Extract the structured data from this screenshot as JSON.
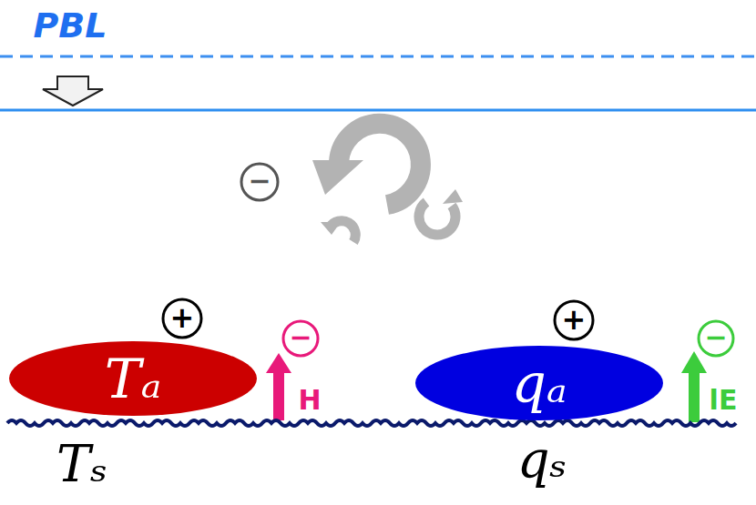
{
  "diagram": {
    "nodes": [
      {
        "text": [
          "Tₐ"
        ]
      },
      {
        "text": [
          "qₐ"
        ]
      }
    ],
    "labels": [
      "PBL",
      "−",
      "+",
      "−",
      "H",
      "+",
      "−",
      "lE",
      "Tₛ",
      "qₛ"
    ]
  }
}
